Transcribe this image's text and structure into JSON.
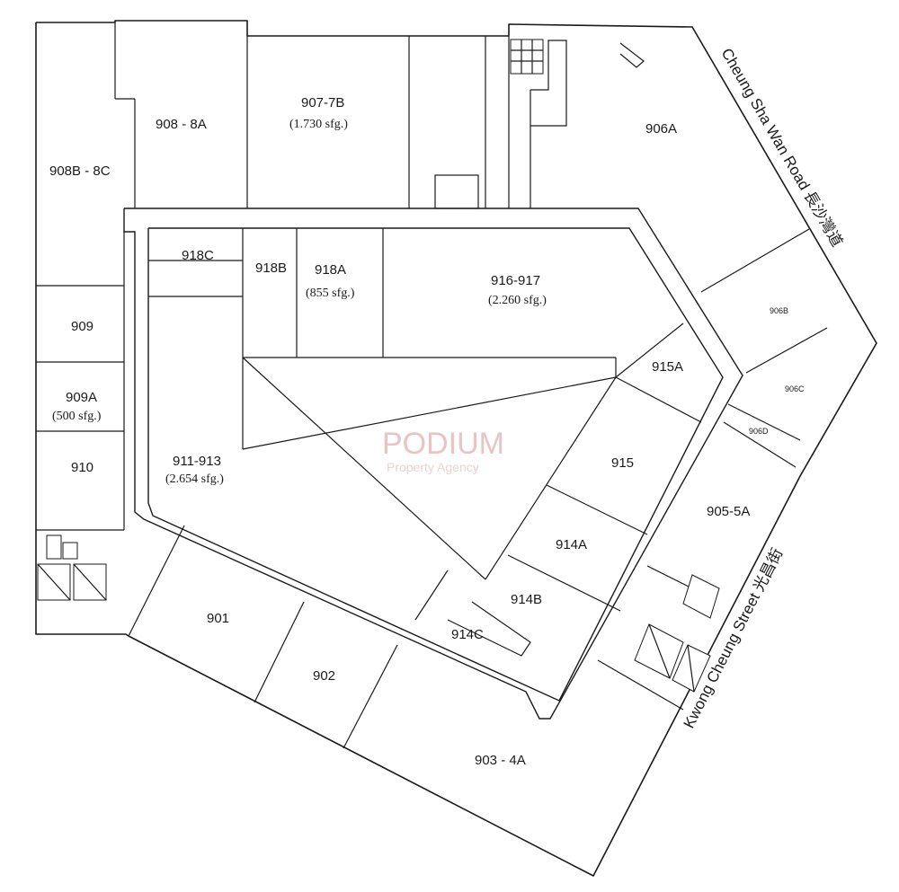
{
  "units": {
    "u908b_8c": "908B - 8C",
    "u908_8a": "908 - 8A",
    "u907_7b": "907-7B",
    "u907_7b_area": "(1.730 sfg.)",
    "u906a": "906A",
    "u906b": "906B",
    "u906c": "906C",
    "u906d": "906D",
    "u905_5a": "905-5A",
    "u918c": "918C",
    "u918b": "918B",
    "u918a": "918A",
    "u918a_area": "(855 sfg.)",
    "u916_917": "916-917",
    "u916_917_area": "(2.260 sfg.)",
    "u915a": "915A",
    "u915": "915",
    "u914a": "914A",
    "u914b": "914B",
    "u914c": "914C",
    "u909": "909",
    "u909a": "909A",
    "u909a_area": "(500 sfg.)",
    "u910": "910",
    "u911_913": "911-913",
    "u911_913_area": "(2.654 sfg.)",
    "u901": "901",
    "u902": "902",
    "u903_4a": "903 - 4A"
  },
  "roads": {
    "cheung_sha_wan": "Cheung Sha Wan Road  長沙灣道",
    "kwong_cheung": "Kwong Cheung Street  光昌街"
  },
  "watermark": {
    "brand": "PODIUM",
    "tagline": "Property Agency"
  }
}
